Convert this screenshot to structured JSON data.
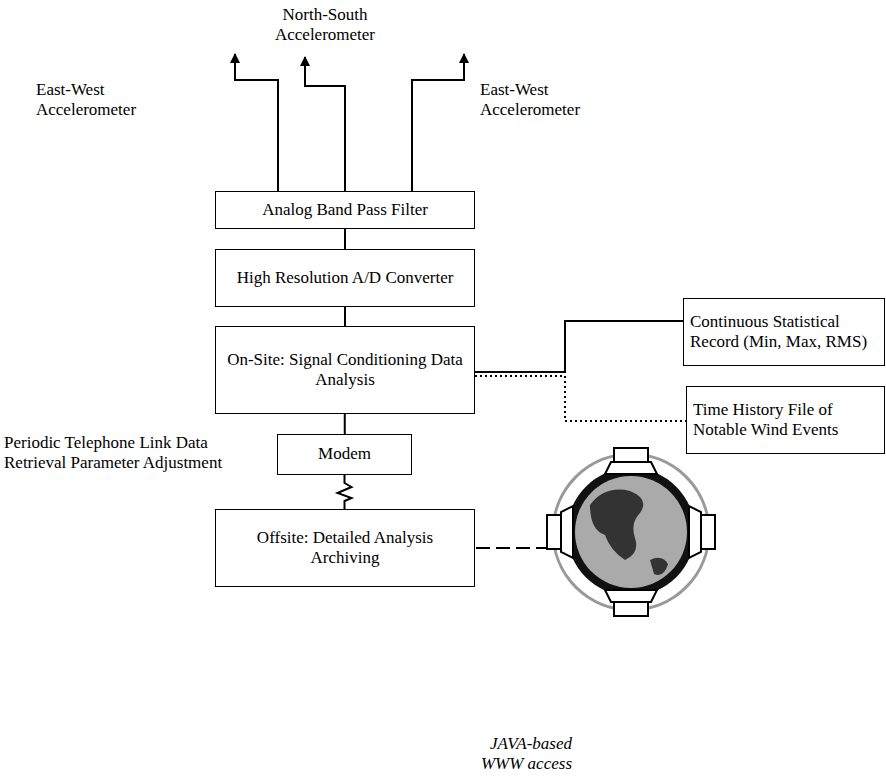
{
  "diagram": {
    "nodes": [
      {
        "text": [
          "Analog Band Pass Filter"
        ]
      },
      {
        "text": [
          "High Resolution A/D Converter"
        ]
      },
      {
        "text": [
          "On-Site: Signal Conditioning Data Analysis"
        ]
      },
      {
        "text": [
          "Continuous Statistical Record (Min, Max, RMS)"
        ]
      },
      {
        "text": [
          "Time History File of Notable Wind Events"
        ]
      },
      {
        "text": [
          "Modem"
        ]
      },
      {
        "text": [
          "Offsite: Detailed Analysis Archiving"
        ]
      }
    ],
    "edges": [
      {
        "from": 0,
        "to": 1,
        "arrow": "none"
      },
      {
        "from": 1,
        "to": 2,
        "arrow": "none"
      },
      {
        "from": 2,
        "to": 3,
        "arrow": "none"
      },
      {
        "from": 2,
        "to": 4,
        "arrow": "none"
      },
      {
        "from": 2,
        "to": 5,
        "arrow": "none"
      },
      {
        "from": 5,
        "to": 6,
        "arrow": "none"
      }
    ],
    "labels": [
      "East-West Accelerometer",
      "North-South Accelerometer",
      "East-West Accelerometer",
      "Periodic Telephone Link Data Retrieval Parameter Adjustment",
      "JAVA-based WWW access"
    ]
  }
}
